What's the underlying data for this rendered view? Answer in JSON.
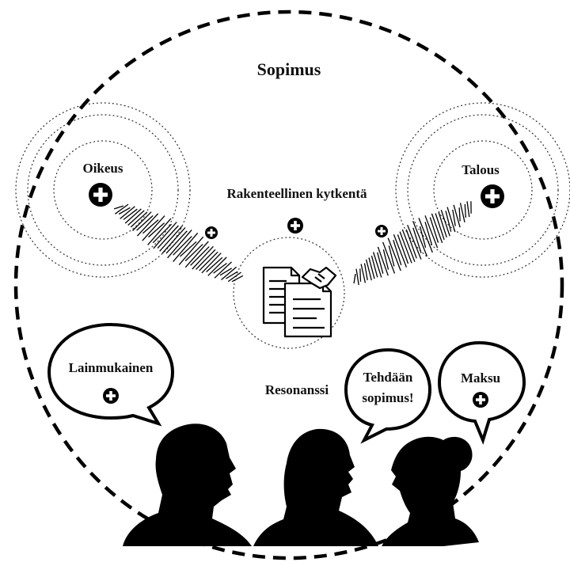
{
  "title": "Sopimus",
  "left_node": {
    "label": "Oikeus",
    "icon": "plus-circle-icon"
  },
  "right_node": {
    "label": "Talous",
    "icon": "plus-circle-icon"
  },
  "center": {
    "label_top": "Rakenteellinen kytkentä",
    "label_bottom": "Resonanssi",
    "icon": "contract-handshake-icon"
  },
  "bubbles": {
    "left": {
      "text": "Lainmukainen"
    },
    "middle": {
      "line1": "Tehdään",
      "line2": "sopimus!"
    },
    "right": {
      "text": "Maksu"
    }
  },
  "people": [
    "man-silhouette-left",
    "man-silhouette-center",
    "woman-silhouette-right"
  ]
}
